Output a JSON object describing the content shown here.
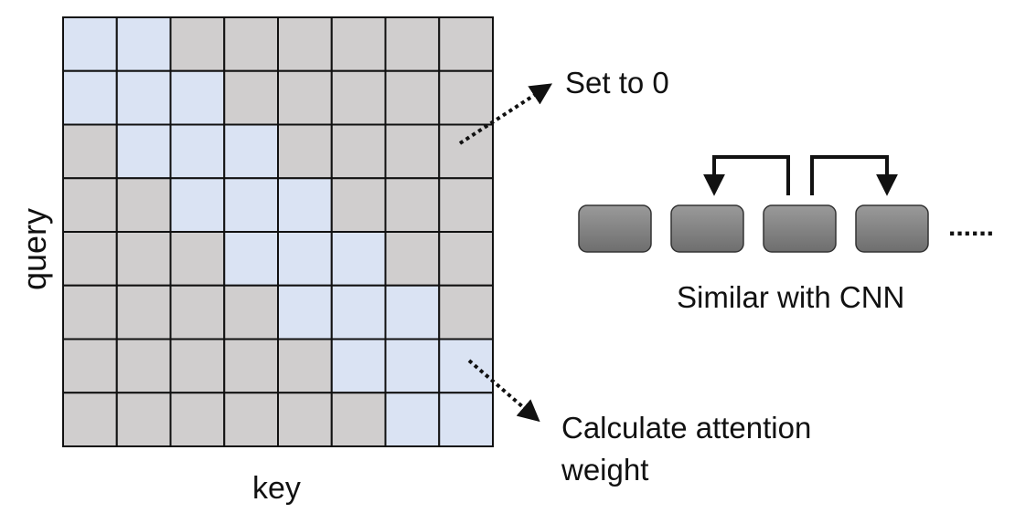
{
  "colors": {
    "attended": "#dae3f3",
    "masked": "#d0cece",
    "grid_line": "#111111",
    "block_fill_top": "#9a9a9a",
    "block_fill_bottom": "#6e6e6e"
  },
  "matrix": {
    "rows": 8,
    "cols": 8,
    "cells": [
      [
        1,
        1,
        0,
        0,
        0,
        0,
        0,
        0
      ],
      [
        1,
        1,
        1,
        0,
        0,
        0,
        0,
        0
      ],
      [
        0,
        1,
        1,
        1,
        0,
        0,
        0,
        0
      ],
      [
        0,
        0,
        1,
        1,
        1,
        0,
        0,
        0
      ],
      [
        0,
        0,
        0,
        1,
        1,
        1,
        0,
        0
      ],
      [
        0,
        0,
        0,
        0,
        1,
        1,
        1,
        0
      ],
      [
        0,
        0,
        0,
        0,
        0,
        1,
        1,
        1
      ],
      [
        0,
        0,
        0,
        0,
        0,
        0,
        1,
        1
      ]
    ],
    "y_label": "query",
    "x_label": "key"
  },
  "annotations": {
    "masked_label": "Set to 0",
    "attended_label_line1": "Calculate attention",
    "attended_label_line2": "weight"
  },
  "sequence": {
    "block_count": 4,
    "ellipsis": "......",
    "caption": "Similar with CNN"
  }
}
